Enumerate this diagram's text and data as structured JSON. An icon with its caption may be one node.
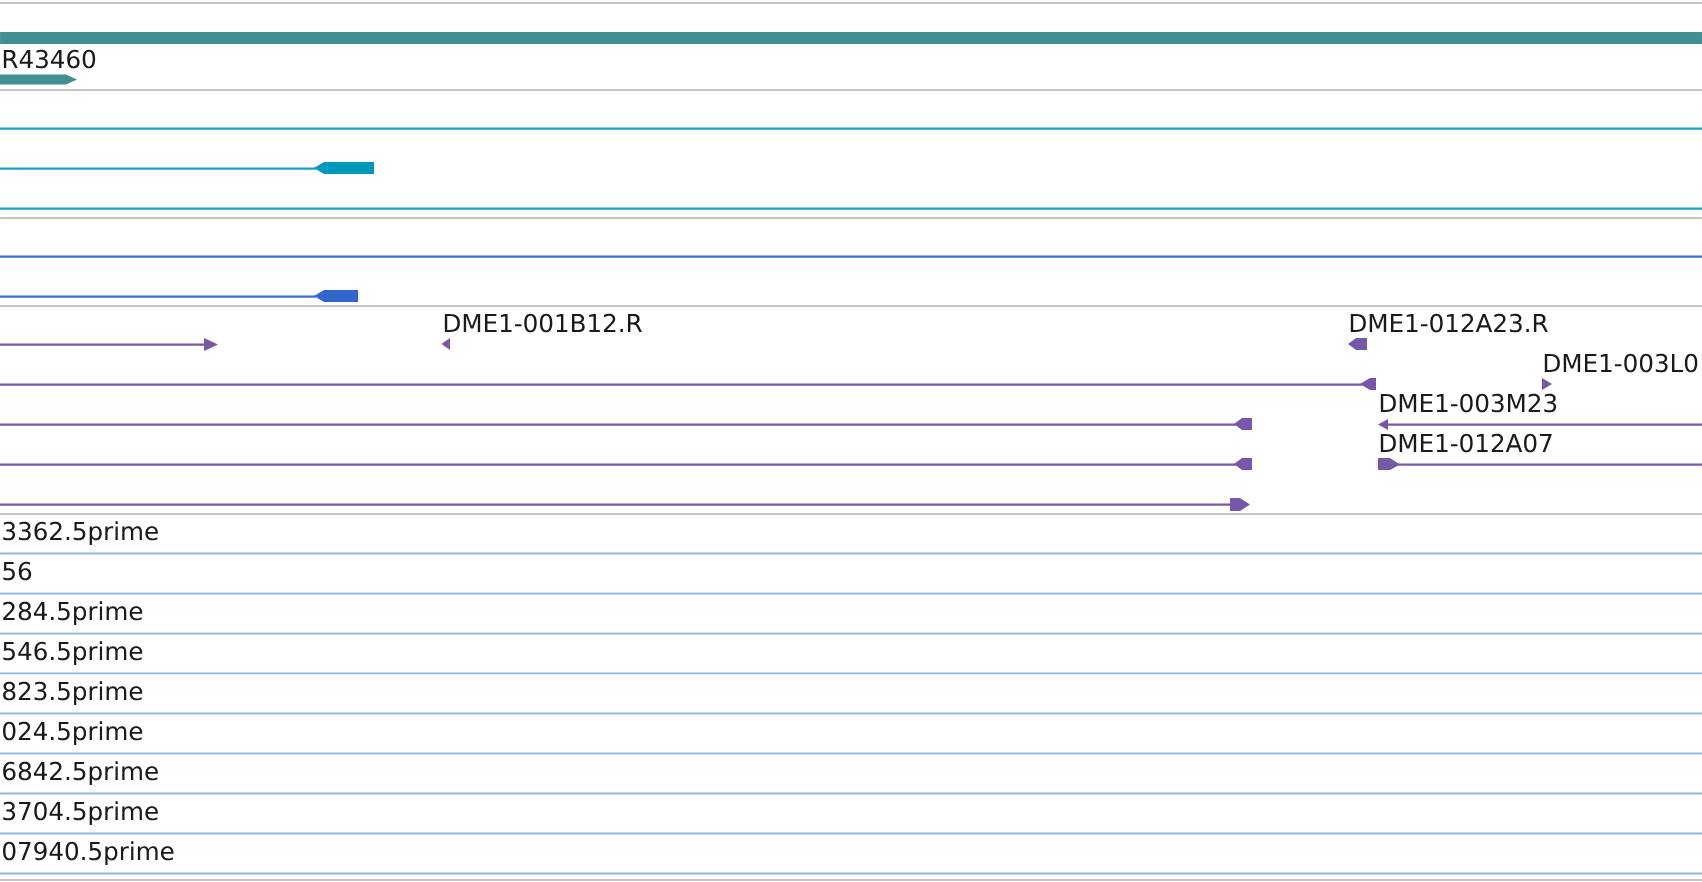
{
  "diagram": {
    "labels": [
      "R43460",
      "DME1-001B12.R",
      "DME1-012A23.R",
      "DME1-003L0",
      "DME1-003M23",
      "DME1-012A07",
      "3362.5prime",
      "56",
      "284.5prime",
      "546.5prime",
      "823.5prime",
      "024.5prime",
      "6842.5prime",
      "3704.5prime",
      "07940.5prime"
    ]
  }
}
